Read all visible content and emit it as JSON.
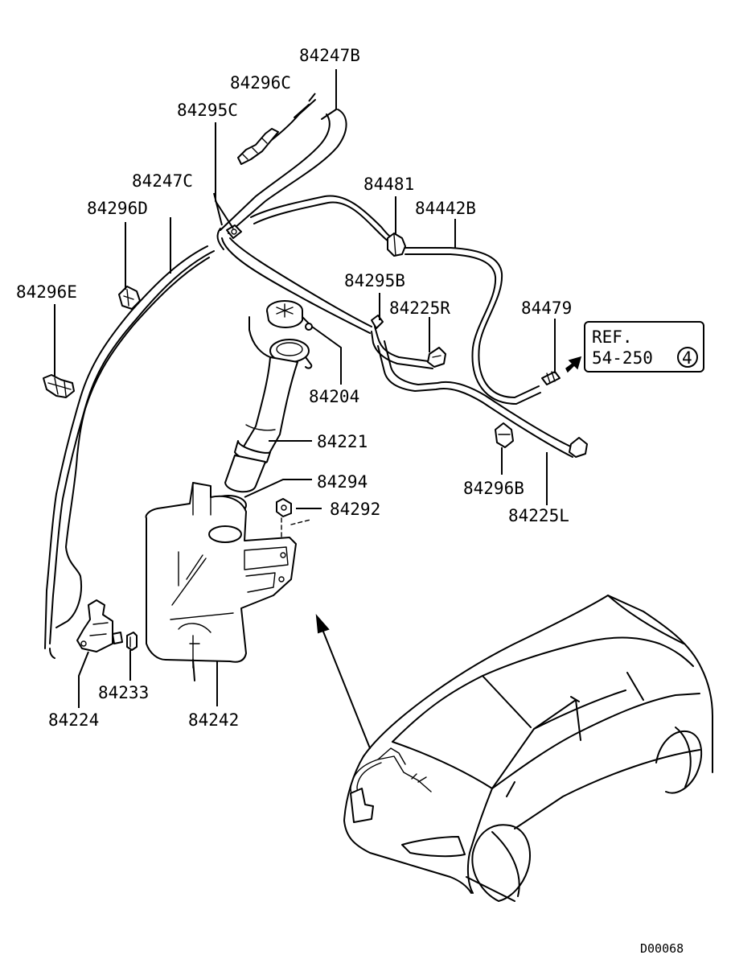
{
  "parts": {
    "p84247B": "84247B",
    "p84296C": "84296C",
    "p84295C": "84295C",
    "p84247C": "84247C",
    "p84296D": "84296D",
    "p84296E": "84296E",
    "p84481": "84481",
    "p84442B": "84442B",
    "p84295B": "84295B",
    "p84225R": "84225R",
    "p84479": "84479",
    "p84204": "84204",
    "p84221": "84221",
    "p84294": "84294",
    "p84292": "84292",
    "p84296B": "84296B",
    "p84225L": "84225L",
    "p84233": "84233",
    "p84224": "84224",
    "p84242": "84242"
  },
  "reference": {
    "line1": "REF.",
    "line2": "54-250",
    "circled": "4"
  },
  "diagram_code": "D00068"
}
